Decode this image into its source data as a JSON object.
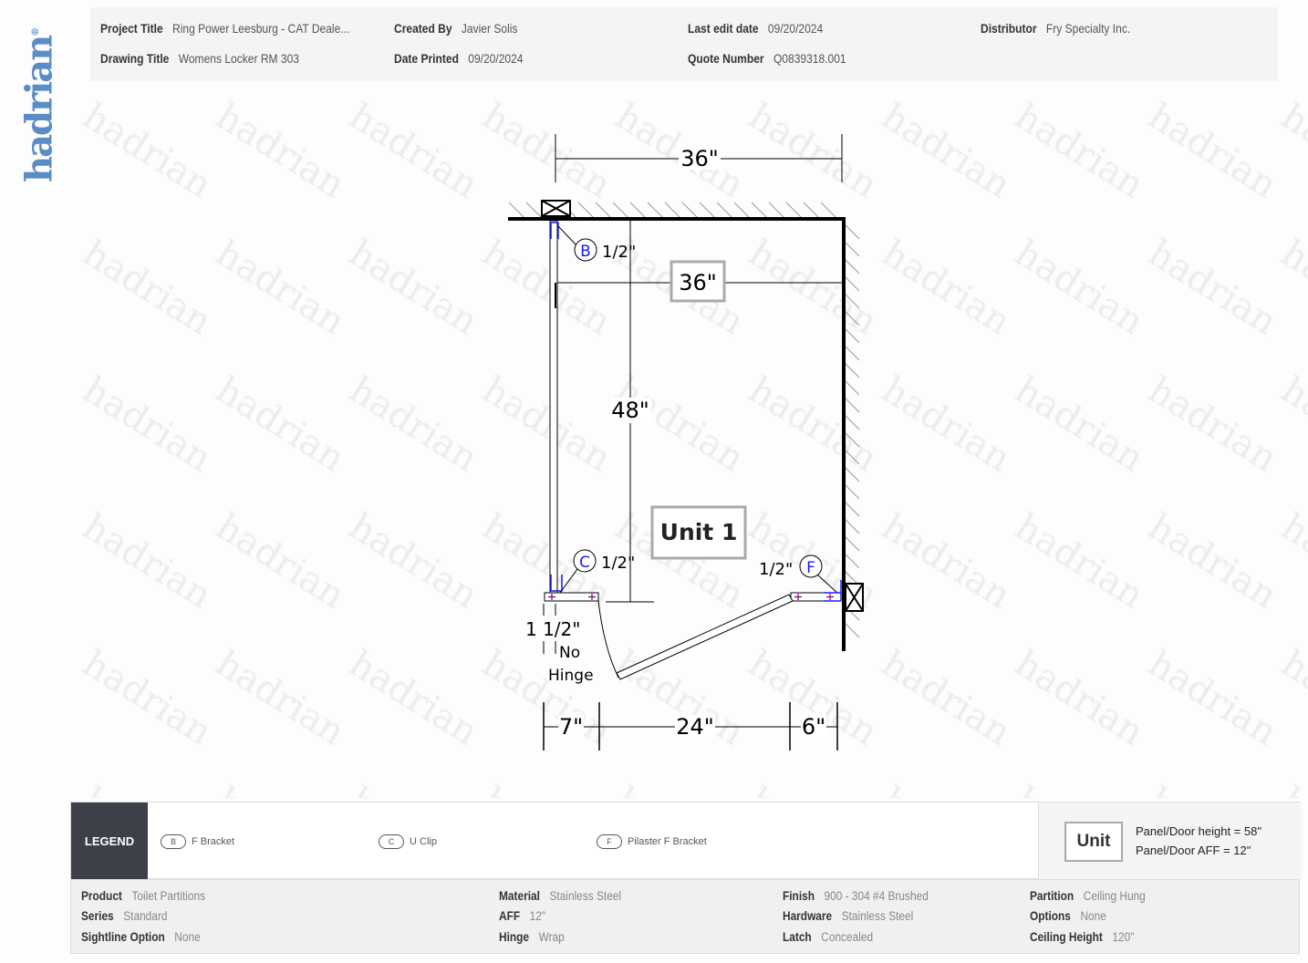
{
  "logo": "hadrian",
  "watermark": "hadrian",
  "header": {
    "project_title_label": "Project Title",
    "project_title": "Ring Power Leesburg - CAT Deale...",
    "created_by_label": "Created By",
    "created_by": "Javier Solis",
    "last_edit_label": "Last edit date",
    "last_edit": "09/20/2024",
    "distributor_label": "Distributor",
    "distributor": "Fry Specialty Inc.",
    "drawing_title_label": "Drawing Title",
    "drawing_title": "Womens Locker RM 303",
    "date_printed_label": "Date Printed",
    "date_printed": "09/20/2024",
    "quote_number_label": "Quote Number",
    "quote_number": "Q0839318.001"
  },
  "drawing": {
    "top_width": "36\"",
    "inner_width": "36\"",
    "depth": "48\"",
    "unit_label": "Unit 1",
    "b_marker": "B",
    "b_dim": "1/2\"",
    "c_marker": "C",
    "c_dim": "1/2\"",
    "f_marker": "F",
    "f_dim": "1/2\"",
    "left_offset": "1 1/2\"",
    "no_hinge_1": "No",
    "no_hinge_2": "Hinge",
    "bottom_left": "7\"",
    "bottom_door": "24\"",
    "bottom_right": "6\""
  },
  "legend": {
    "title": "LEGEND",
    "items": [
      {
        "code": "B",
        "label": "F Bracket"
      },
      {
        "code": "C",
        "label": "U Clip"
      },
      {
        "code": "F",
        "label": "Pilaster F Bracket"
      }
    ],
    "unit_chip": "Unit",
    "panel_height": "Panel/Door height = 58\"",
    "panel_aff": "Panel/Door AFF = 12\""
  },
  "specs": {
    "product_label": "Product",
    "product": "Toilet Partitions",
    "series_label": "Series",
    "series": "Standard",
    "sightline_label": "Sightline Option",
    "sightline": "None",
    "material_label": "Material",
    "material": "Stainless Steel",
    "aff_label": "AFF",
    "aff": "12\"",
    "hinge_label": "Hinge",
    "hinge": "Wrap",
    "finish_label": "Finish",
    "finish": "900 - 304 #4 Brushed",
    "hardware_label": "Hardware",
    "hardware": "Stainless Steel",
    "latch_label": "Latch",
    "latch": "Concealed",
    "partition_label": "Partition",
    "partition": "Ceiling Hung",
    "options_label": "Options",
    "options": "None",
    "ceiling_label": "Ceiling Height",
    "ceiling": "120\""
  },
  "colors": {
    "brand": "#5a8cc6",
    "marker": "#1a1aff",
    "legend_dark": "#3d4049"
  }
}
